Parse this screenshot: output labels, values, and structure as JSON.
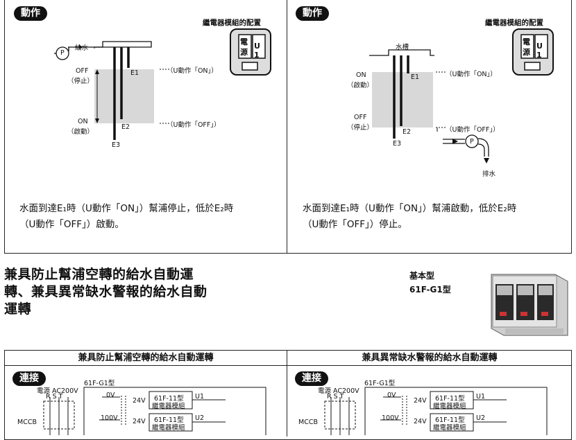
{
  "top_left": {
    "badge": "動作",
    "arrangement_title": "繼電器模組的配置",
    "relay_power": "電源",
    "relay_u": "U1",
    "pump": "P",
    "supply": "給水",
    "off_label": "OFF",
    "off_sub": "（停止）",
    "on_label": "ON",
    "on_sub": "（啟動）",
    "e1": "E1",
    "e2": "E2",
    "e3": "E3",
    "u_on": "（U動作「ON」）",
    "u_off": "（U動作「OFF」）",
    "desc_line1": "水面到達E₁時（U動作「ON」）幫浦停止，低於E₂時",
    "desc_line2": "（U動作「OFF」）啟動。"
  },
  "top_right": {
    "badge": "動作",
    "arrangement_title": "繼電器模組的配置",
    "relay_power": "電源",
    "relay_u": "U1",
    "tank": "水槽",
    "on_label": "ON",
    "on_sub": "（啟動）",
    "off_label": "OFF",
    "off_sub": "（停止）",
    "e1": "E1",
    "e2": "E2",
    "e3": "E3",
    "u_on": "（U動作「ON」）",
    "u_off": "（U動作「OFF」）",
    "pump": "P",
    "drain": "排水",
    "desc_line1": "水面到達E₁時（U動作「ON」）幫浦啟動，低於E₂時",
    "desc_line2": "（U動作「OFF」）停止。"
  },
  "section": {
    "title_line1": "兼具防止幫浦空轉的給水自動運",
    "title_line2": "轉、兼具異常缺水警報的給水自動",
    "title_line3": "運轉",
    "basic_type": "基本型",
    "model": "61F-G1型"
  },
  "bottom_left": {
    "header": "兼具防止幫浦空轉的給水自動運轉",
    "badge": "連接",
    "model_label": "61F-G1型",
    "power": "電源 AC200V",
    "rst": "R  S  T",
    "mccb": "MCCB",
    "v0": "0V",
    "v100": "100V",
    "v24a": "24V",
    "v24b": "24V",
    "module1_a": "61F-11型",
    "module1_b": "繼電器模組",
    "u1": "U1",
    "module2_a": "61F-11型",
    "module2_b": "繼電器模組",
    "u2": "U2"
  },
  "bottom_right": {
    "header": "兼具異常缺水警報的給水自動運轉",
    "badge": "連接",
    "model_label": "61F-G1型",
    "power": "電源 AC200V",
    "rst": "R  S  T",
    "mccb": "MCCB",
    "v0": "0V",
    "v100": "100V",
    "v24a": "24V",
    "v24b": "24V",
    "module1_a": "61F-11型",
    "module1_b": "繼電器模組",
    "u1": "U1",
    "module2_a": "61F-11型",
    "module2_b": "繼電器模組",
    "u2": "U2"
  }
}
